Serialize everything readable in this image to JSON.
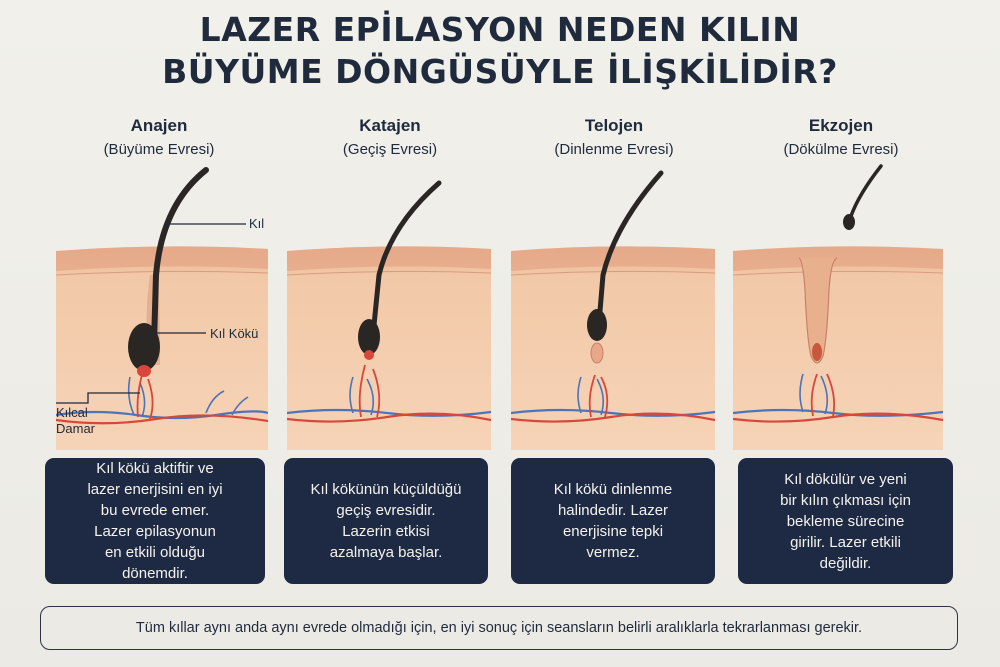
{
  "title": {
    "line1": "LAZER EPİLASYON NEDEN KILIN",
    "line2": "BÜYÜME DÖNGÜSÜYLE İLİŞKİLİDİR?"
  },
  "stages": [
    {
      "name": "Anajen",
      "subtitle": "(Büyüme Evresi)",
      "description": [
        "Kıl kökü aktiftir ve",
        "lazer enerjisini en iyi",
        "bu evrede emer.",
        "Lazer epilasyonun",
        "en etkili olduğu",
        "dönemdir."
      ]
    },
    {
      "name": "Katajen",
      "subtitle": "(Geçiş Evresi)",
      "description": [
        "Kıl kökünün küçüldüğü",
        "geçiş evresidir.",
        "Lazerin etkisi",
        "azalmaya başlar."
      ]
    },
    {
      "name": "Telojen",
      "subtitle": "(Dinlenme Evresi)",
      "description": [
        "Kıl kökü dinlenme",
        "halindedir. Lazer",
        "enerjisine tepki",
        "vermez."
      ]
    },
    {
      "name": "Ekzojen",
      "subtitle": "(Dökülme Evresi)",
      "description": [
        "Kıl dökülür ve yeni",
        "bir kılın çıkması için",
        "bekleme sürecine",
        "girilir. Lazer etkili",
        "değildir."
      ]
    }
  ],
  "labels": {
    "hair": "Kıl",
    "root": "Kıl Kökü",
    "capillary_line1": "Kılcal",
    "capillary_line2": "Damar"
  },
  "footer_note": "Tüm kıllar aynı anda aynı evrede olmadığı için, en iyi sonuç için seansların belirli aralıklarla tekrarlanması gerekir.",
  "colors": {
    "navy": "#1e2a43",
    "skin": "#f2cba8",
    "hair": "#2a2624",
    "artery": "#d8473a",
    "vein": "#4d73b8"
  }
}
